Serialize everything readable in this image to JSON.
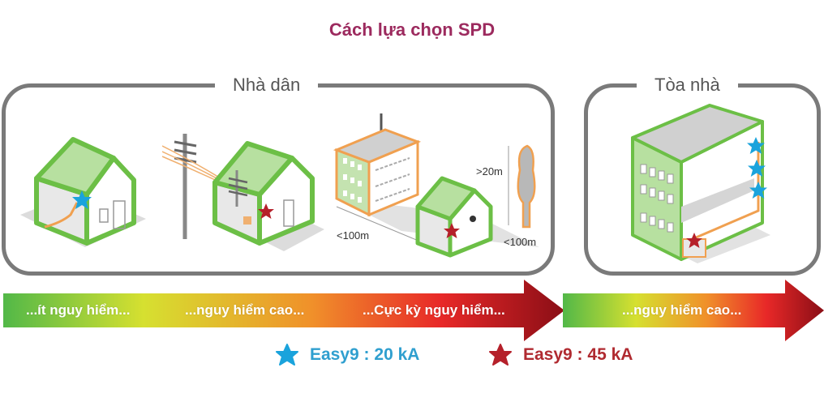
{
  "title": "Cách lựa chọn SPD",
  "groups": [
    {
      "label": "Nhà dân"
    },
    {
      "label": "Tòa nhà"
    }
  ],
  "dimensions": {
    "height_label": ">20m",
    "distance_left": "<100m",
    "distance_right": "<100m"
  },
  "arrows": [
    {
      "segments": [
        "...ít nguy hiểm...",
        "...nguy hiểm cao...",
        "...Cực kỳ nguy hiểm..."
      ]
    },
    {
      "segments": [
        "...nguy hiểm cao..."
      ]
    }
  ],
  "legend": [
    {
      "label": "Easy9 : 20 kA",
      "color": "#1aa3dc",
      "icon": "star-blue"
    },
    {
      "label": "Easy9 : 45 kA",
      "color": "#b5202a",
      "icon": "star-red"
    }
  ],
  "colors": {
    "title": "#9c2a5e",
    "frame": "#7a7a7a",
    "house_outline": "#6cbf46",
    "roof_fill": "#b7e0a0",
    "wire": "#f0a050",
    "gradient": [
      "#52b848",
      "#d8e030",
      "#f0902a",
      "#e82828",
      "#9a1018"
    ]
  }
}
